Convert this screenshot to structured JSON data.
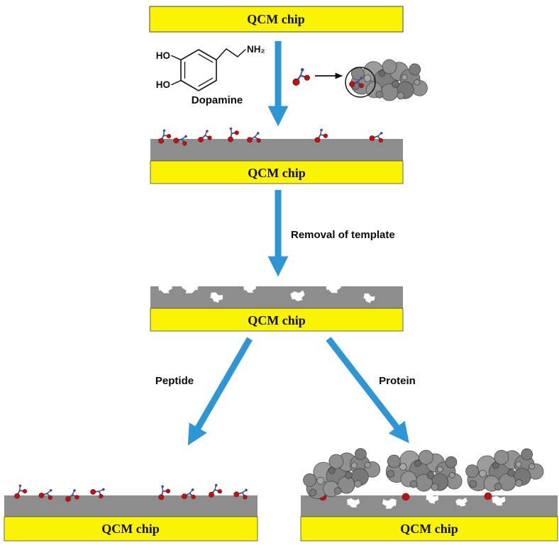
{
  "labels": {
    "qcm_chip": "QCM chip",
    "dopamine": "Dopamine",
    "removal_of_template": "Removal of template",
    "peptide": "Peptide",
    "protein": "Protein"
  },
  "chemistry": {
    "ho_top": "HO",
    "ho_bottom": "HO",
    "amine": "NH₂"
  },
  "icons": {
    "template_molecule": "red-ball-and-stick-dopamine-template",
    "protein_blob": "gray-space-filling-protein",
    "cavity": "white-imprinted-cavity",
    "process_arrow": "blue-process-arrow",
    "binding_arrow": "black-binding-arrow",
    "binding_site_circle": "binding-site-highlight-circle"
  },
  "colors": {
    "chip_yellow": "#FAF303",
    "polymer_gray": "#8D8D8D",
    "arrow_blue": "#2E96D5",
    "template_red": "#C01010",
    "text_black": "#111111"
  }
}
